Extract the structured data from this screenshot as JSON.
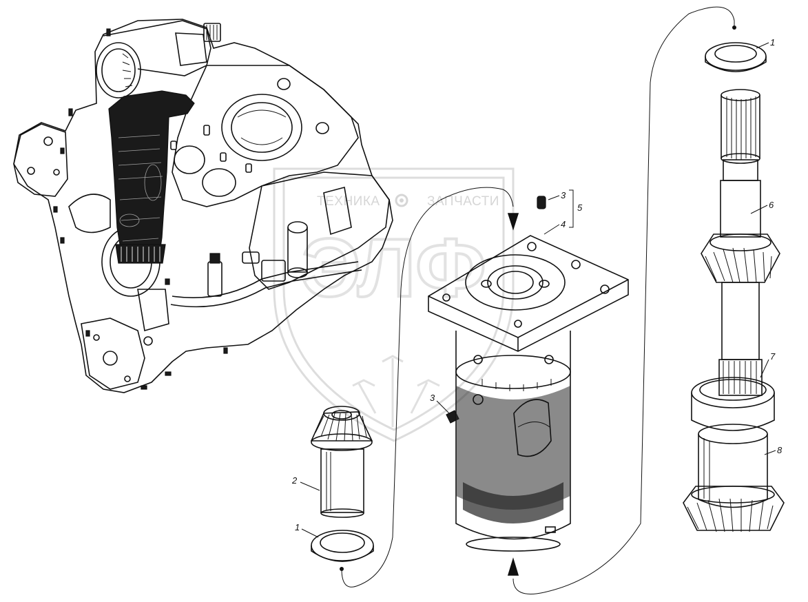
{
  "watermark": {
    "left_text": "ТЕХНИКА",
    "right_text": "ЗАПЧАСТИ",
    "logo_letters": "ЭЛФ",
    "gear_icon": "gear-icon"
  },
  "callouts": {
    "c1_top": "1",
    "c6": "6",
    "c7": "7",
    "c8": "8",
    "c3_top": "3",
    "c4": "4",
    "c5": "5",
    "c3_mid": "3",
    "c2": "2",
    "c1_bottom": "1"
  },
  "colors": {
    "ink": "#111111",
    "watermark": "#d6d6d6",
    "background": "#ffffff"
  }
}
